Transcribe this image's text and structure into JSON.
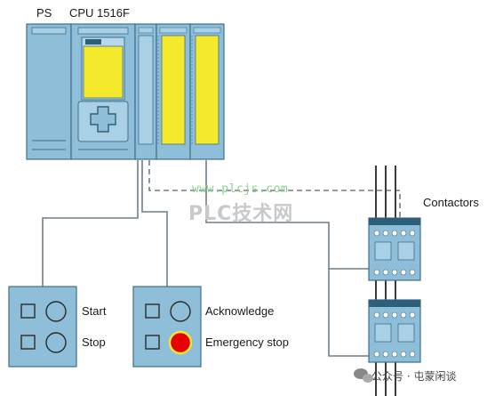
{
  "labels": {
    "ps": "PS",
    "cpu": "CPU 1516F",
    "contactors": "Contactors",
    "start": "Start",
    "stop": "Stop",
    "acknowledge": "Acknowledge",
    "emergency_stop": "Emergency stop"
  },
  "watermarks": {
    "url": "www.plcjs.com",
    "site": "PLC技术网",
    "account": "公众号 · 屯蒙闲谈"
  },
  "colors": {
    "module_fill": "#8fbfd8",
    "module_stroke": "#3f6f8c",
    "io_yellow": "#f4e92a",
    "emergency_red": "#e60000",
    "wire": "#6f7f8a"
  }
}
